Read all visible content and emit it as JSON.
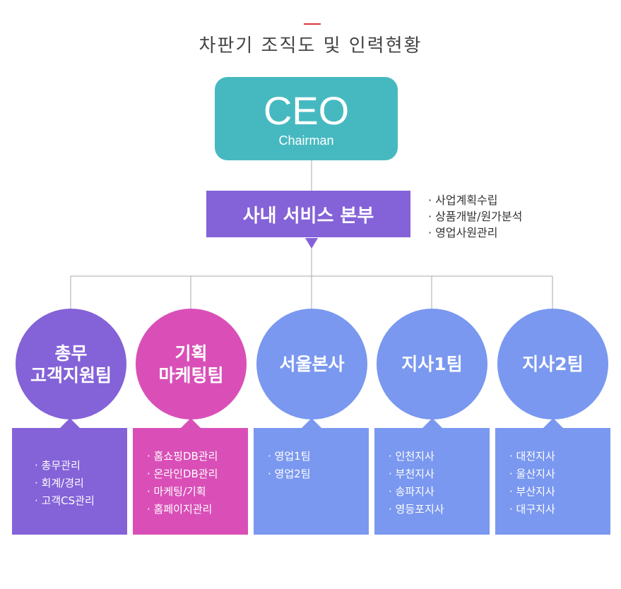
{
  "title": "차판기 조직도 및 인력현황",
  "colors": {
    "accent_red": "#d9363e",
    "ceo": "#46b9c0",
    "hq": "#8462d8",
    "line": "#aaaaaa"
  },
  "ceo": {
    "title": "CEO",
    "subtitle": "Chairman"
  },
  "hq": {
    "name": "사내 서비스 본부",
    "duties": [
      "사업계획수립",
      "상품개발/원가분석",
      "영업사원관리"
    ]
  },
  "teams": [
    {
      "name_lines": [
        "총무",
        "고객지원팀"
      ],
      "color": "#8462d8",
      "items": [
        "총무관리",
        "회계/경리",
        "고객CS관리"
      ]
    },
    {
      "name_lines": [
        "기획",
        "마케팅팀"
      ],
      "color": "#d94fb7",
      "items": [
        "홈쇼핑DB관리",
        "온라인DB관리",
        "마케팅/기획",
        "홈페이지관리"
      ]
    },
    {
      "name_lines": [
        "서울본사"
      ],
      "color": "#7a98ef",
      "items": [
        "영업1팀",
        "영업2팀"
      ]
    },
    {
      "name_lines": [
        "지사1팀"
      ],
      "color": "#7a98ef",
      "items": [
        "인천지사",
        "부천지사",
        "송파지사",
        "영등포지사"
      ]
    },
    {
      "name_lines": [
        "지사2팀"
      ],
      "color": "#7a98ef",
      "items": [
        "대전지사",
        "울산지사",
        "부산지사",
        "대구지사"
      ]
    }
  ]
}
